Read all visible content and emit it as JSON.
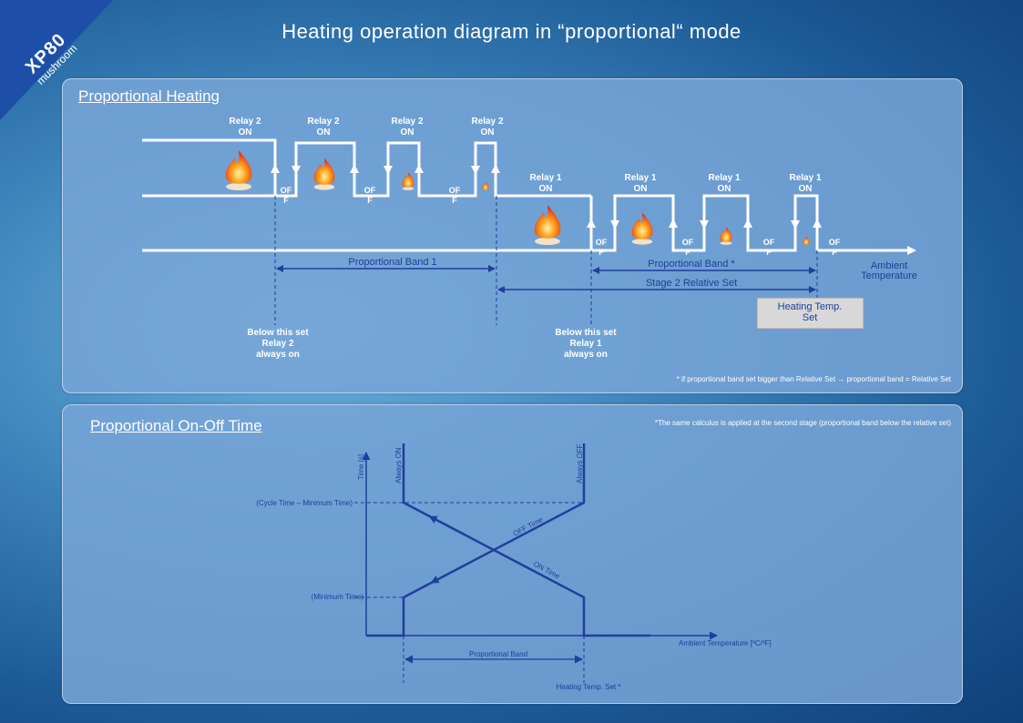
{
  "brand": {
    "model": "XP80",
    "sub": "mushroom"
  },
  "title": "Heating operation diagram in “proportional“ mode",
  "colors": {
    "accent": "#1f3f9a",
    "line": "#ffffff",
    "panel": "#78a5d7"
  },
  "panel1": {
    "title": "Proportional Heating",
    "relay2_label": "Relay 2",
    "relay1_label": "Relay 1",
    "on_label": "ON",
    "off_label": "OF",
    "off_label_2": "F",
    "band1": "Proportional Band 1",
    "band_star": "Proportional Band *",
    "stage2": "Stage 2 Relative Set",
    "ambient_line1": "Ambient",
    "ambient_line2": "Temperature",
    "set_button_line1": "Heating Temp.",
    "set_button_line2": "Set",
    "below_r2": [
      "Below this set",
      "Relay 2",
      "always on"
    ],
    "below_r1": [
      "Below this set",
      "Relay 1",
      "always on"
    ],
    "footnote": "* if proportional band set bigger than Relative Set → proportional band = Relative Set"
  },
  "panel2": {
    "title": "Proportional On-Off Time",
    "note": "*The same calculus is applied at the second stage (proportional band below the relative set)",
    "y_axis": "Time [s]",
    "always_on": "Always ON",
    "always_off": "Always OFF",
    "cycle_minus_min": "(Cycle Time – Minimum Time)",
    "minimum_time": "(Minimum Time)",
    "off_time": "OFF Time",
    "on_time": "ON Time",
    "x_axis": "Ambient Temperature [ºC/ºF]",
    "prop_band": "Proportional Band",
    "heating_set": "Heating Temp. Set *"
  }
}
